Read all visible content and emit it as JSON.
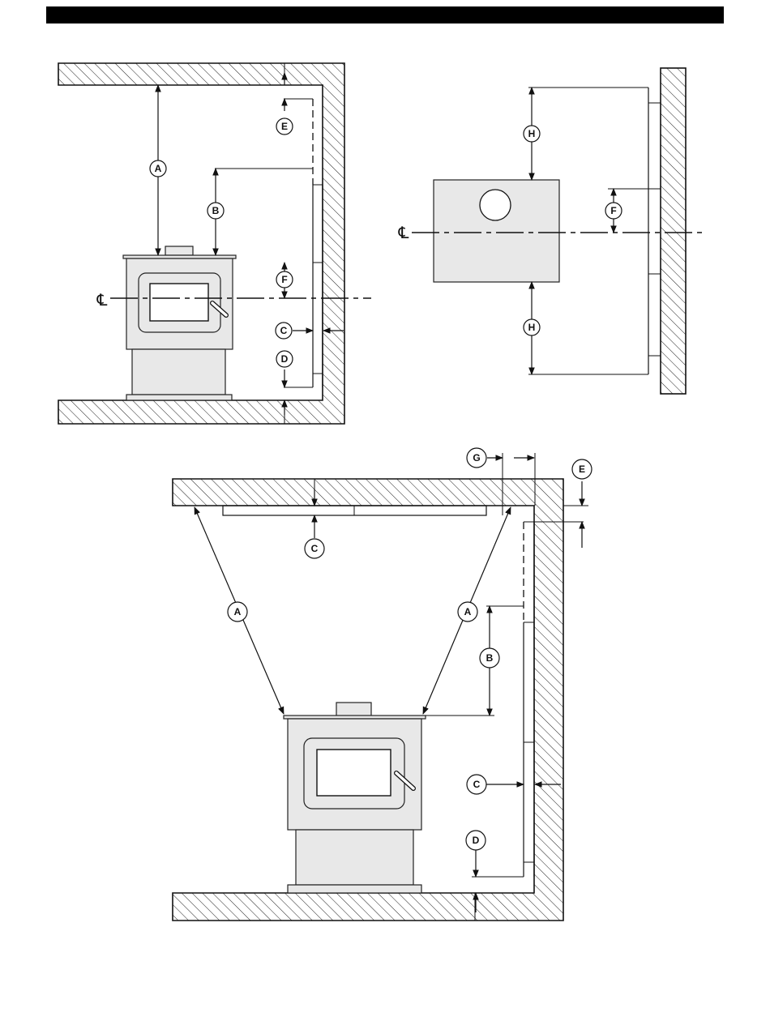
{
  "centerline_symbol": "℄",
  "labels": {
    "a": "A",
    "b": "B",
    "c": "C",
    "d": "D",
    "e": "E",
    "f": "F",
    "g": "G",
    "h": "H"
  },
  "colors": {
    "ink": "#111111",
    "stove_fill": "#e8e8e8",
    "page": "#ffffff"
  }
}
